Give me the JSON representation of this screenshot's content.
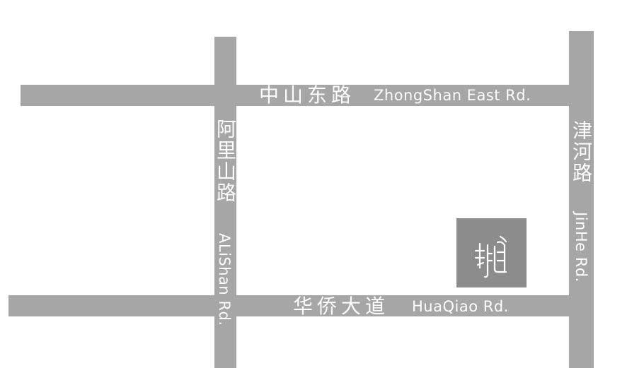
{
  "map": {
    "roads": {
      "zhongshan": {
        "name_zh": "中山东路",
        "name_en": "ZhongShan East Rd."
      },
      "huaqiao": {
        "name_zh": "华侨大道",
        "name_en": "HuaQiao Rd."
      },
      "alishan": {
        "name_zh": "阿里山路",
        "name_en": "ALiShan Rd."
      },
      "jinhe": {
        "name_zh": "津河路",
        "name_en": "JinHe Rd."
      }
    },
    "marker": {
      "icon": "brand-logo-icon"
    },
    "colors": {
      "road": "#a6a6a6",
      "marker": "#8c8c8c",
      "label": "#ffffff",
      "background": "#ffffff"
    }
  }
}
